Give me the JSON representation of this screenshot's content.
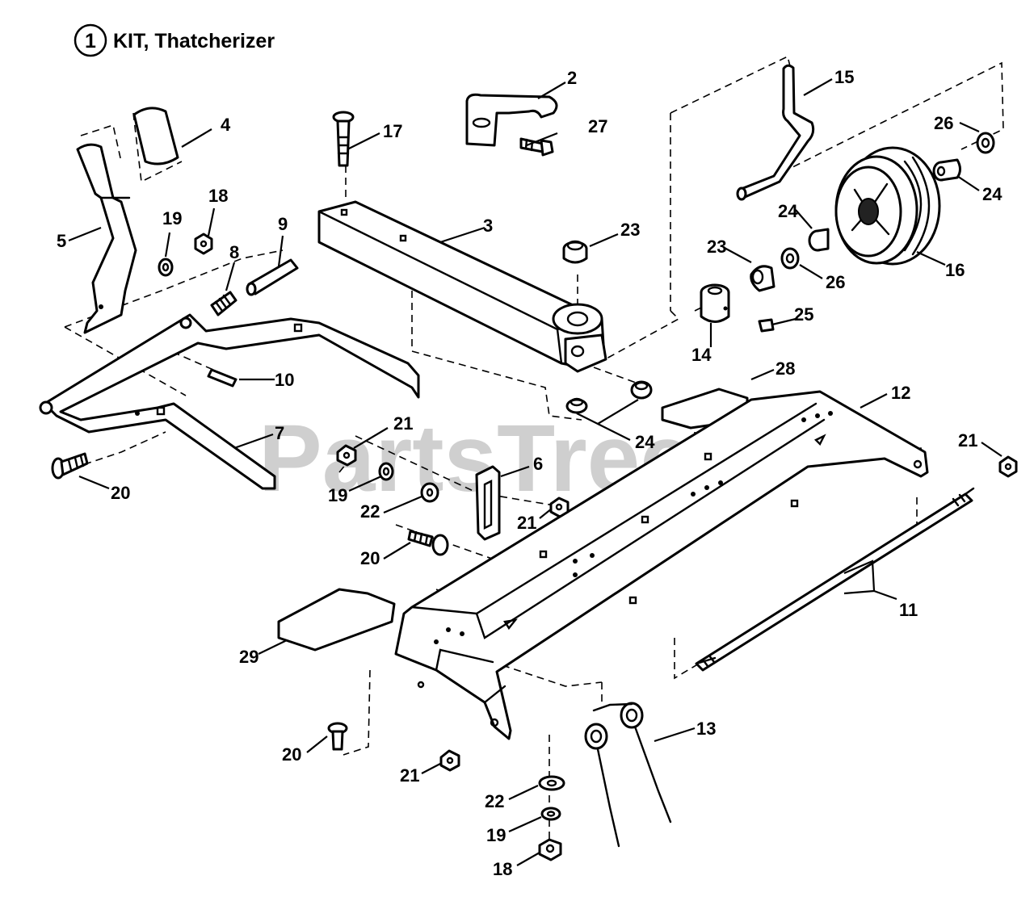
{
  "title": {
    "number": "1",
    "text": "KIT, Thatcherizer"
  },
  "watermark": {
    "text": "PartsTree",
    "tm": "™"
  },
  "callouts": [
    "2",
    "3",
    "4",
    "5",
    "6",
    "7",
    "8",
    "9",
    "10",
    "11",
    "12",
    "13",
    "14",
    "15",
    "16",
    "17",
    "18",
    "19",
    "20",
    "21",
    "22",
    "23",
    "24",
    "25",
    "26",
    "27",
    "28",
    "29"
  ]
}
